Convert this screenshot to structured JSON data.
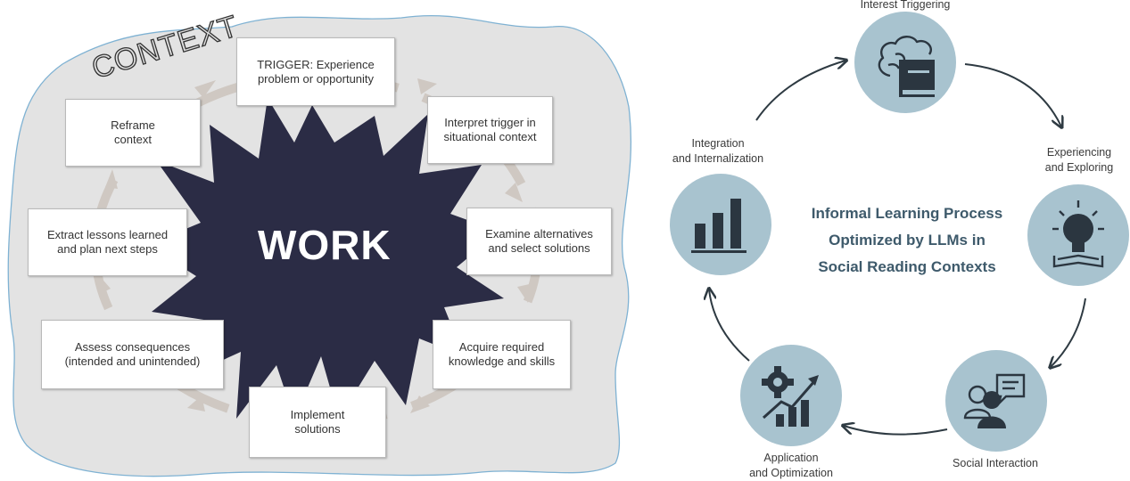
{
  "left_diagram": {
    "context_label": "CONTEXT",
    "center_label": "WORK",
    "steps": [
      "TRIGGER: Experience\nproblem or opportunity",
      "Interpret trigger in\nsituational context",
      "Examine alternatives\nand select solutions",
      "Acquire required\nknowledge and skills",
      "Implement\nsolutions",
      "Assess consequences\n(intended and unintended)",
      "Extract lessons learned\nand plan next steps",
      "Reframe\ncontext"
    ]
  },
  "right_diagram": {
    "title": "Informal Learning Process\nOptimized by LLMs in\nSocial Reading Contexts",
    "stages": [
      {
        "label": "Interest Triggering",
        "icon": "brain-book-icon"
      },
      {
        "label": "Experiencing\nand Exploring",
        "icon": "lightbulb-book-icon"
      },
      {
        "label": "Social Interaction",
        "icon": "people-chat-icon"
      },
      {
        "label": "Application\nand Optimization",
        "icon": "gear-growth-chart-icon"
      },
      {
        "label": "Integration\nand Internalization",
        "icon": "bar-chart-icon"
      }
    ],
    "colors": {
      "node_fill": "#a8c3cf",
      "icon": "#2b3640",
      "arrow": "#2e3a42",
      "title": "#3e5a6b"
    }
  },
  "colors": {
    "context_fill": "#e3e3e3",
    "context_outline": "#7fb2d3",
    "starburst": "#2b2c45",
    "cycle_arrows": "#cfc8c2"
  }
}
